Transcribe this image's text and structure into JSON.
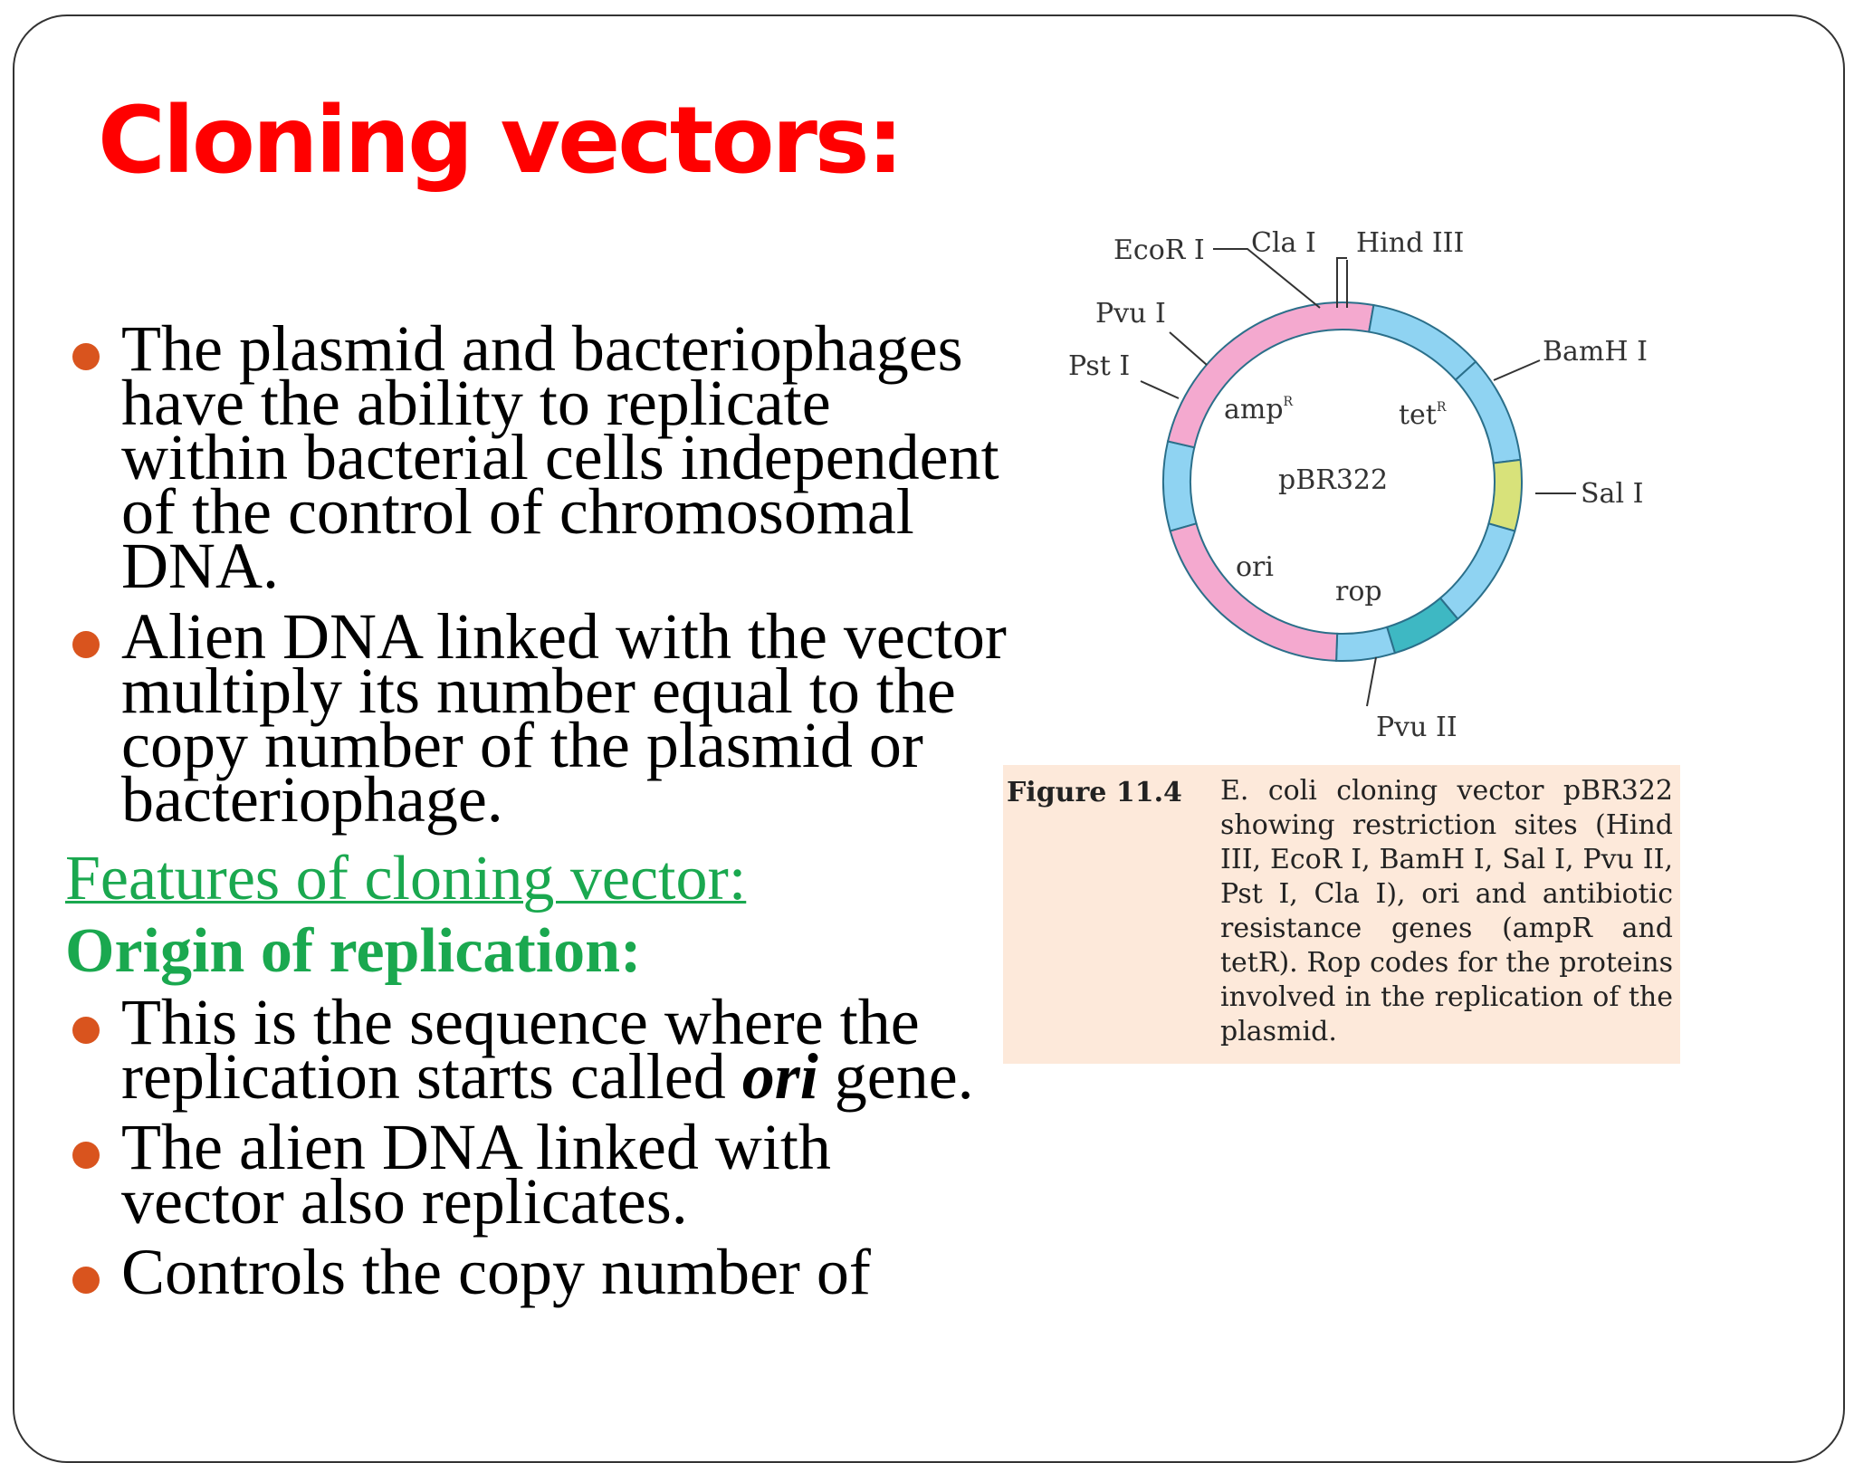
{
  "slide": {
    "title": "Cloning vectors:",
    "bullets_a": [
      "The plasmid and bacteriophages have the ability to replicate within bacterial cells independent of the control of chromosomal DNA.",
      "Alien DNA linked with the vector multiply its number equal to the copy number of the plasmid or bacteriophage."
    ],
    "features_heading": "Features of cloning vector:",
    "origin_heading": "Origin of replication:",
    "ori_bullet": {
      "before": "This is the sequence where the replication starts called ",
      "italic": "ori",
      "after": " gene."
    },
    "bullets_b": [
      "The alien DNA linked with vector also replicates.",
      "Controls the copy number of"
    ]
  },
  "figure": {
    "plasmid_name": "pBR322",
    "sites": {
      "ecori": "EcoR I",
      "clai": "Cla I",
      "hindiii": "Hind III",
      "pvui": "Pvu I",
      "psti": "Pst I",
      "bamhi": "BamH I",
      "sali": "Sal I",
      "pvuii": "Pvu II"
    },
    "genes": {
      "amp": "amp",
      "tet": "tet",
      "resistance_superscript": "R",
      "ori": "ori",
      "rop": "rop"
    },
    "colors": {
      "pink": "#f4a9cf",
      "blue": "#8fd3f2",
      "teal": "#3eb8c3",
      "yellow_green": "#d8e27a"
    },
    "caption_label": "Figure 11.4",
    "caption_text": "E. coli cloning vector pBR322 showing restriction sites (Hind III, EcoR I, BamH I, Sal I, Pvu II, Pst I, Cla I), ori and antibiotic resistance genes (ampR and tetR). Rop codes for the proteins involved in the replication of the plasmid."
  },
  "theme": {
    "title_color": "#ff0000",
    "heading_color": "#1aa84f",
    "bullet_color": "#d9541e",
    "caption_bg": "#fde9da"
  }
}
